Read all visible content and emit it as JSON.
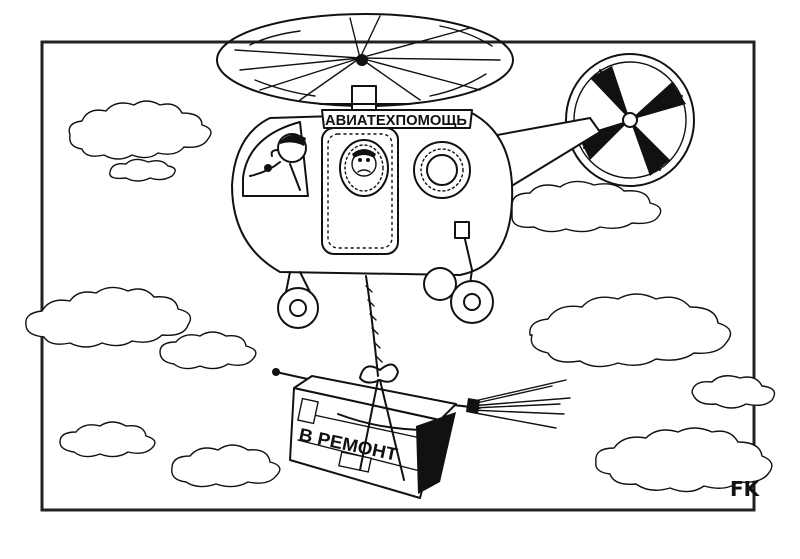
{
  "cartoon": {
    "helicopter_label": "АВИАТЕХПОМОЩЬ",
    "parcel_label": "В РЕМОНТ",
    "signature": "FK"
  },
  "colors": {
    "ink": "#111111",
    "paper": "#ffffff",
    "frame": "#222222"
  }
}
